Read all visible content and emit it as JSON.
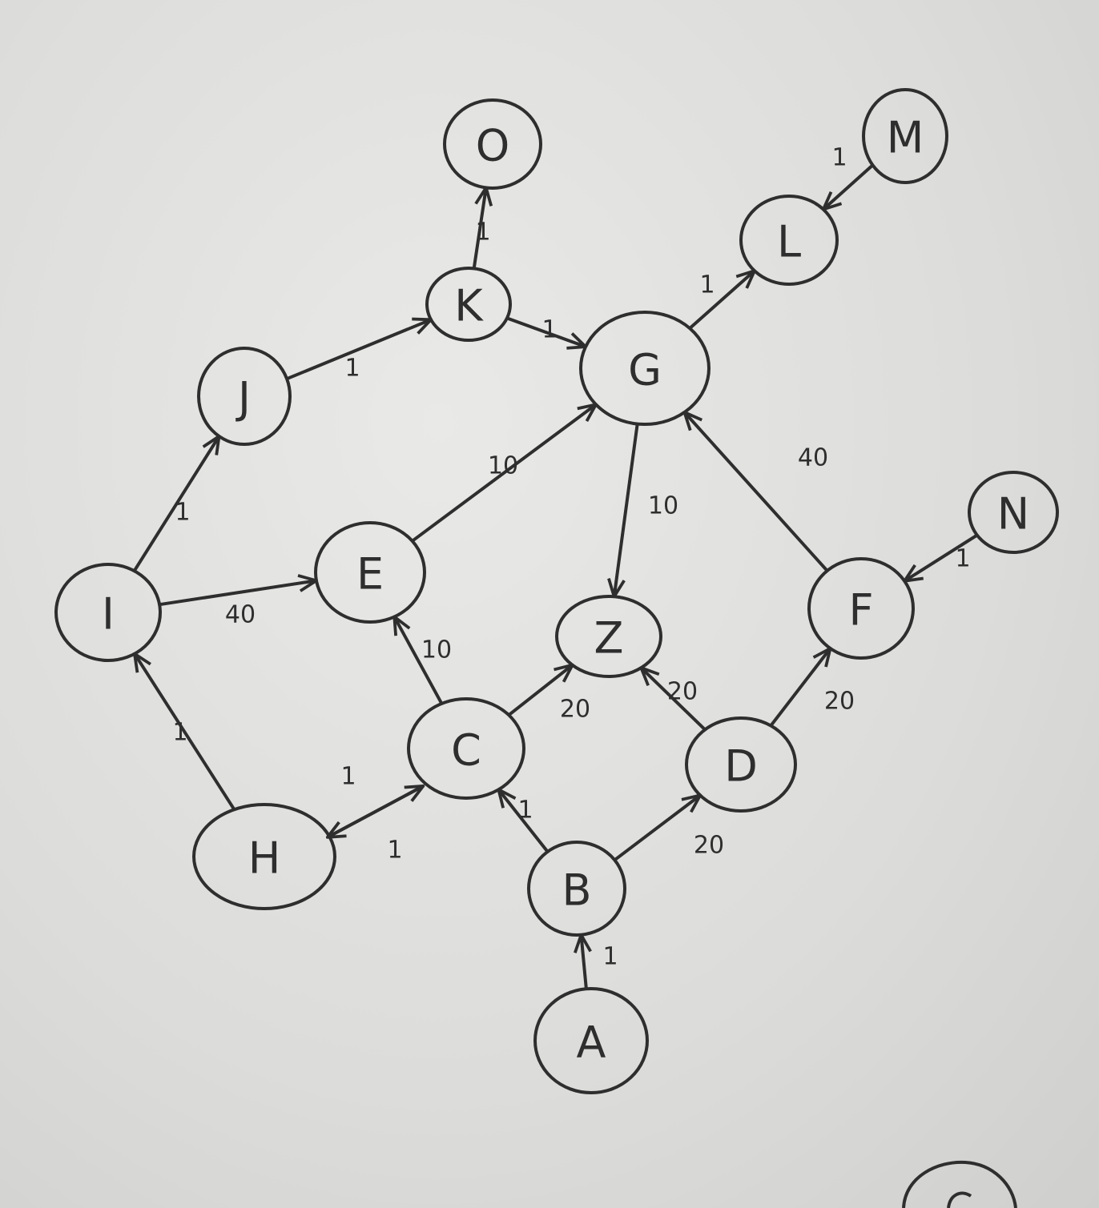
{
  "diagram": {
    "colors": {
      "ink": "#2e2e2e",
      "paper": "#e2e2e0"
    },
    "nodes": [
      {
        "id": "O",
        "label": "O"
      },
      {
        "id": "M",
        "label": "M"
      },
      {
        "id": "L",
        "label": "L"
      },
      {
        "id": "K",
        "label": "K"
      },
      {
        "id": "G",
        "label": "G"
      },
      {
        "id": "J",
        "label": "J"
      },
      {
        "id": "N",
        "label": "N"
      },
      {
        "id": "E",
        "label": "E"
      },
      {
        "id": "I",
        "label": "I"
      },
      {
        "id": "Z",
        "label": "Z"
      },
      {
        "id": "F",
        "label": "F"
      },
      {
        "id": "C",
        "label": "C"
      },
      {
        "id": "D",
        "label": "D"
      },
      {
        "id": "H",
        "label": "H"
      },
      {
        "id": "B",
        "label": "B"
      },
      {
        "id": "A",
        "label": "A"
      }
    ],
    "edges": [
      {
        "from": "K",
        "to": "O",
        "weight": "1"
      },
      {
        "from": "M",
        "to": "L",
        "weight": "1"
      },
      {
        "from": "G",
        "to": "L",
        "weight": "1"
      },
      {
        "from": "K",
        "to": "G",
        "weight": "1"
      },
      {
        "from": "J",
        "to": "K",
        "weight": "1"
      },
      {
        "from": "I",
        "to": "J",
        "weight": "1"
      },
      {
        "from": "E",
        "to": "G",
        "weight": "10"
      },
      {
        "from": "G",
        "to": "Z",
        "weight": "10"
      },
      {
        "from": "F",
        "to": "G",
        "weight": "40"
      },
      {
        "from": "N",
        "to": "F",
        "weight": "1"
      },
      {
        "from": "I",
        "to": "E",
        "weight": "40"
      },
      {
        "from": "H",
        "to": "I",
        "weight": "1"
      },
      {
        "from": "C",
        "to": "E",
        "weight": "10"
      },
      {
        "from": "C",
        "to": "Z",
        "weight": "20"
      },
      {
        "from": "D",
        "to": "Z",
        "weight": "20"
      },
      {
        "from": "D",
        "to": "F",
        "weight": "20"
      },
      {
        "from": "C",
        "to": "H",
        "weight": "1"
      },
      {
        "from": "H",
        "to": "C",
        "weight": "1"
      },
      {
        "from": "B",
        "to": "C",
        "weight": "1"
      },
      {
        "from": "B",
        "to": "D",
        "weight": "20"
      },
      {
        "from": "A",
        "to": "B",
        "weight": "1"
      }
    ]
  }
}
